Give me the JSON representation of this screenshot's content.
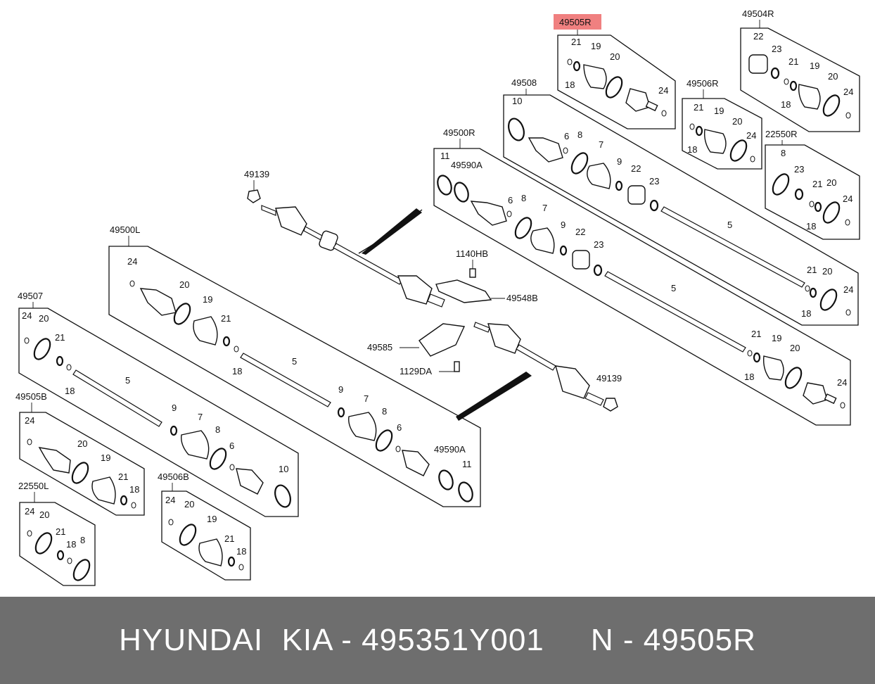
{
  "diagram": {
    "highlight_color": "#f08080",
    "groups": {
      "g49505R": "49505R",
      "g49504R": "49504R",
      "g49508": "49508",
      "g49506R": "49506R",
      "g22550R": "22550R",
      "g49500R": "49500R",
      "g49139_top": "49139",
      "g49139_bot": "49139",
      "g1140HB": "1140HB",
      "g49548B": "49548B",
      "g49585": "49585",
      "g1129DA": "1129DA",
      "g49500L": "49500L",
      "g49507": "49507",
      "g49505B": "49505B",
      "g49506B": "49506B",
      "g22550L": "22550L",
      "g49590A_r": "49590A",
      "g49590A_l": "49590A"
    },
    "p": {
      "n18": "18",
      "n19": "19",
      "n20": "20",
      "n21": "21",
      "n22": "22",
      "n23": "23",
      "n24": "24",
      "n5": "5",
      "n6": "6",
      "n7": "7",
      "n8": "8",
      "n9": "9",
      "n10": "10",
      "n11": "11"
    }
  },
  "footer": {
    "text": "HYUNDAI  KIA - 495351Y001     N - 49505R",
    "background": "#6e6e6e"
  }
}
